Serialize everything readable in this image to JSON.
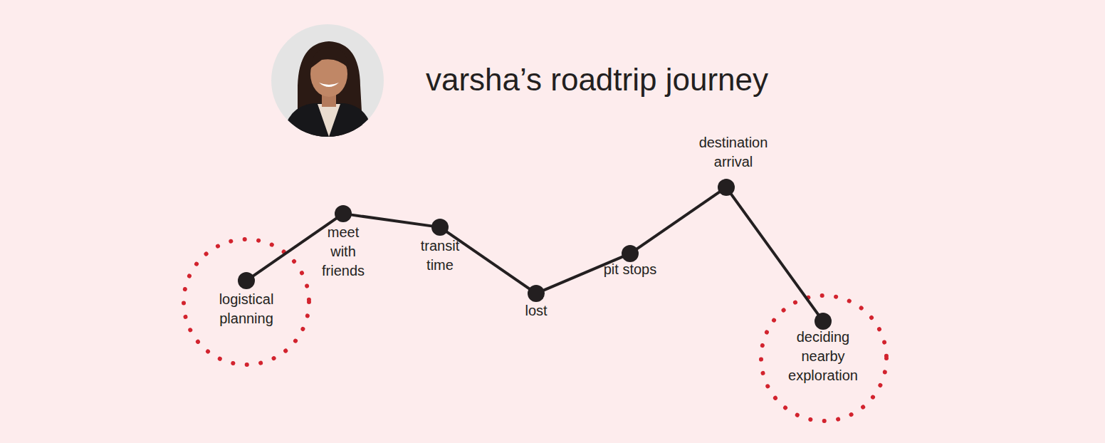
{
  "diagram": {
    "title": "varsha’s roadtrip journey",
    "nodes": [
      {
        "text": [
          "logistical planning"
        ]
      },
      {
        "text": [
          "meet with friends"
        ]
      },
      {
        "text": [
          "transit time"
        ]
      },
      {
        "text": [
          "lost"
        ]
      },
      {
        "text": [
          "pit stops"
        ]
      },
      {
        "text": [
          "destination arrival"
        ]
      },
      {
        "text": [
          "deciding nearby exploration"
        ]
      }
    ],
    "edges": [
      {
        "from": 0,
        "to": 1,
        "arrow": "none"
      },
      {
        "from": 1,
        "to": 2,
        "arrow": "none"
      },
      {
        "from": 2,
        "to": 3,
        "arrow": "none"
      },
      {
        "from": 3,
        "to": 4,
        "arrow": "none"
      },
      {
        "from": 4,
        "to": 5,
        "arrow": "none"
      },
      {
        "from": 5,
        "to": 6,
        "arrow": "none"
      }
    ]
  }
}
